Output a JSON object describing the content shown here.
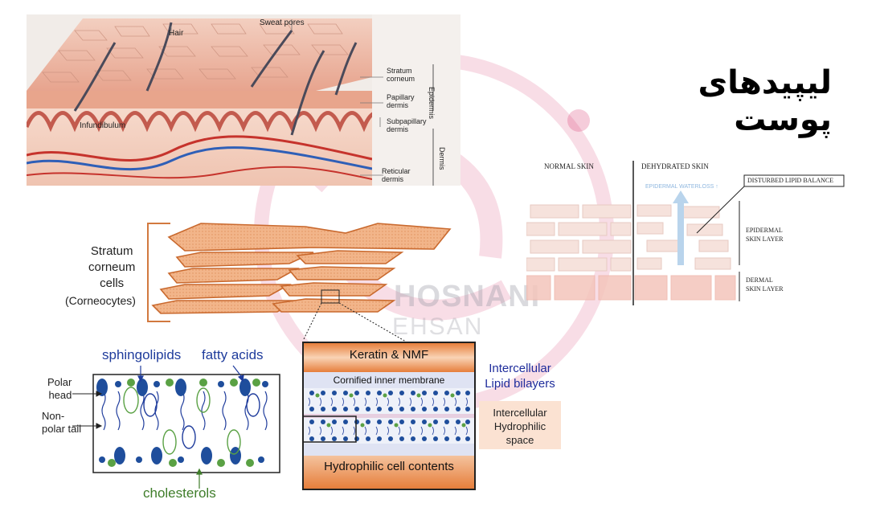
{
  "slide": {
    "title": "لیپیدهای پوست"
  },
  "watermark": {
    "line1": "HOSNANI",
    "line2": "EHSAN"
  },
  "skin_anatomy": {
    "labels": {
      "hair": "Hair",
      "sweat_pores": "Sweat pores",
      "stratum_corneum": "Stratum\ncorneum",
      "papillary_dermis": "Papillary\ndermis",
      "subpapillary_dermis": "Subpapillary\ndermis",
      "reticular_dermis": "Reticular\ndermis",
      "infundibulum": "Infundibulum",
      "epidermis": "Epidermis",
      "dermis": "Dermis"
    }
  },
  "dehydration": {
    "normal_skin": "NORMAL SKIN",
    "dehydrated_skin": "DEHYDRATED SKIN",
    "disturbed_lipid_balance": "DISTURBED LIPID BALANCE",
    "epidermal_waterloss": "EPIDERMAL WATERLOSS ↑",
    "epidermal_layer": "EPIDERMAL\nSKIN LAYER",
    "dermal_layer": "DERMAL\nSKIN LAYER"
  },
  "corneocytes": {
    "label": "Stratum\ncorneum\ncells",
    "sublabel": "(Corneocytes)"
  },
  "bilayer": {
    "sphingolipids": "sphingolipids",
    "fatty_acids": "fatty acids",
    "polar_head": "Polar\nhead",
    "nonpolar_tail": "Non-\npolar tail",
    "cholesterols": "cholesterols"
  },
  "layers": {
    "keratin": "Keratin & NMF",
    "cornified": "Cornified inner membrane",
    "hydrophilic_contents": "Hydrophilic cell contents",
    "intercellular_lipid": "Intercellular\nLipid bilayers",
    "intercellular_hydrophilic": "Intercellular\nHydrophilic\nspace"
  }
}
